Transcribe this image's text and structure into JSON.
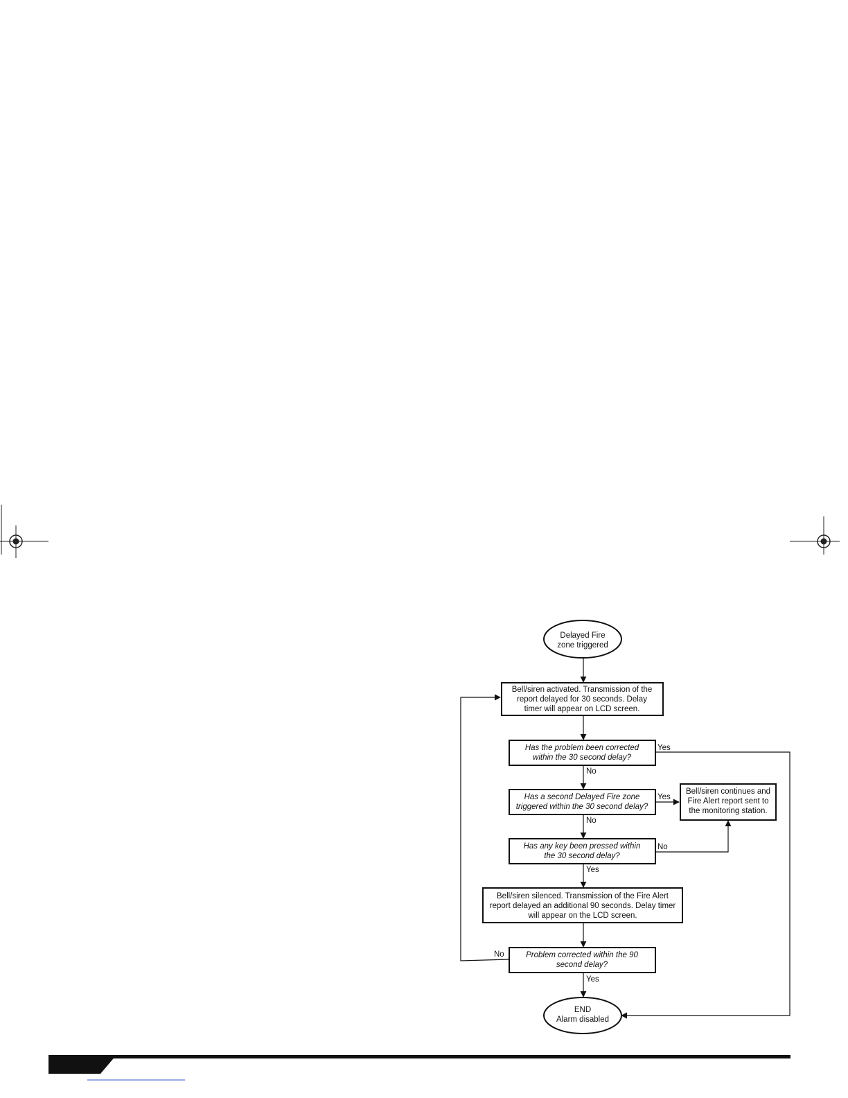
{
  "diagram": {
    "nodes": {
      "start": {
        "lines": [
          "Delayed Fire",
          "zone triggered"
        ]
      },
      "activated": {
        "lines": [
          "Bell/siren activated. Transmission of the",
          "report delayed for 30 seconds. Delay",
          "timer will appear on LCD screen."
        ]
      },
      "q1": {
        "lines": [
          "Has the problem been corrected",
          "within the 30 second delay?"
        ]
      },
      "q2": {
        "lines": [
          "Has a second Delayed Fire zone",
          "triggered within the 30 second delay?"
        ]
      },
      "continues": {
        "lines": [
          "Bell/siren continues and",
          "Fire Alert report sent to",
          "the monitoring station."
        ]
      },
      "q3": {
        "lines": [
          "Has any key been pressed within",
          "the 30 second delay?"
        ]
      },
      "silenced": {
        "lines": [
          "Bell/siren silenced. Transmission of the Fire Alert",
          "report delayed an additional 90 seconds. Delay timer",
          "will appear on the LCD screen."
        ]
      },
      "q4": {
        "lines": [
          "Problem corrected within the 90",
          "second delay?"
        ]
      },
      "end": {
        "lines": [
          "END",
          "Alarm disabled"
        ]
      }
    },
    "edges": {
      "q1_yes": "Yes",
      "q1_no": "No",
      "q2_yes": "Yes",
      "q2_no": "No",
      "q3_no": "No",
      "q3_yes": "Yes",
      "q4_no": "No",
      "q4_yes": "Yes"
    }
  }
}
